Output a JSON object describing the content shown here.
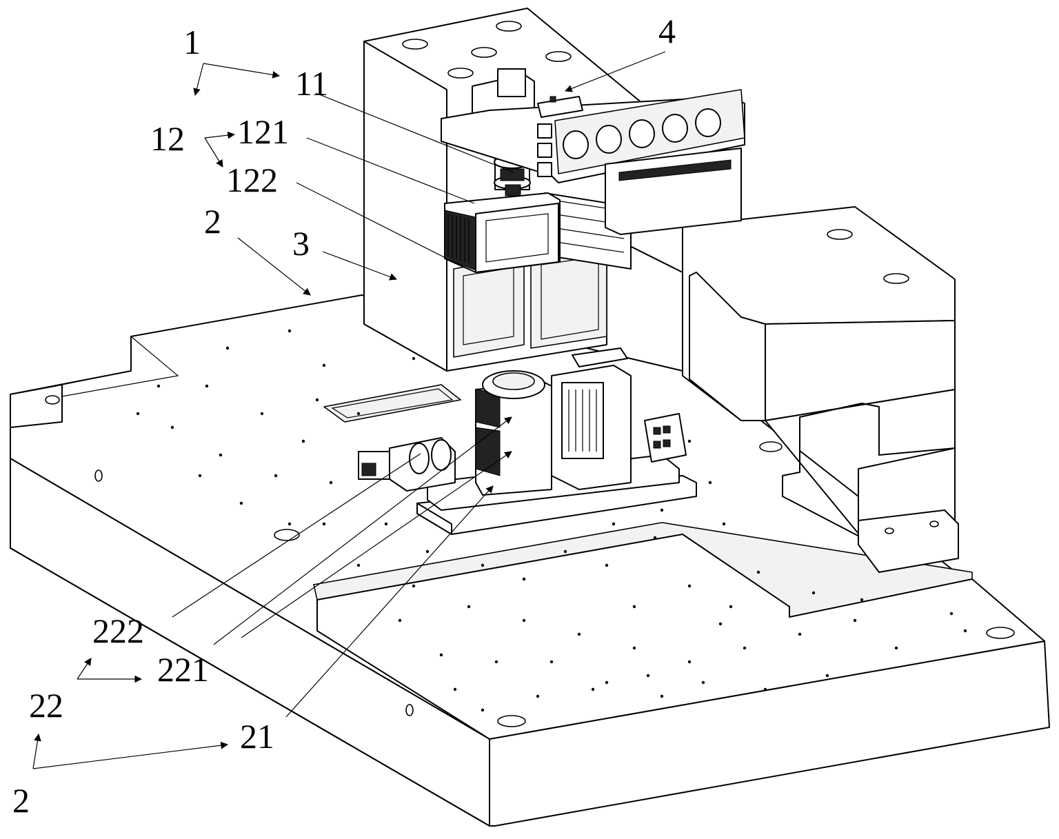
{
  "figure": {
    "labels": {
      "l1": "1",
      "l11": "11",
      "l12": "12",
      "l121": "121",
      "l122": "122",
      "l2a": "2",
      "l3": "3",
      "l4": "4",
      "l222": "222",
      "l221": "221",
      "l22": "22",
      "l21": "21",
      "l2b": "2"
    }
  }
}
